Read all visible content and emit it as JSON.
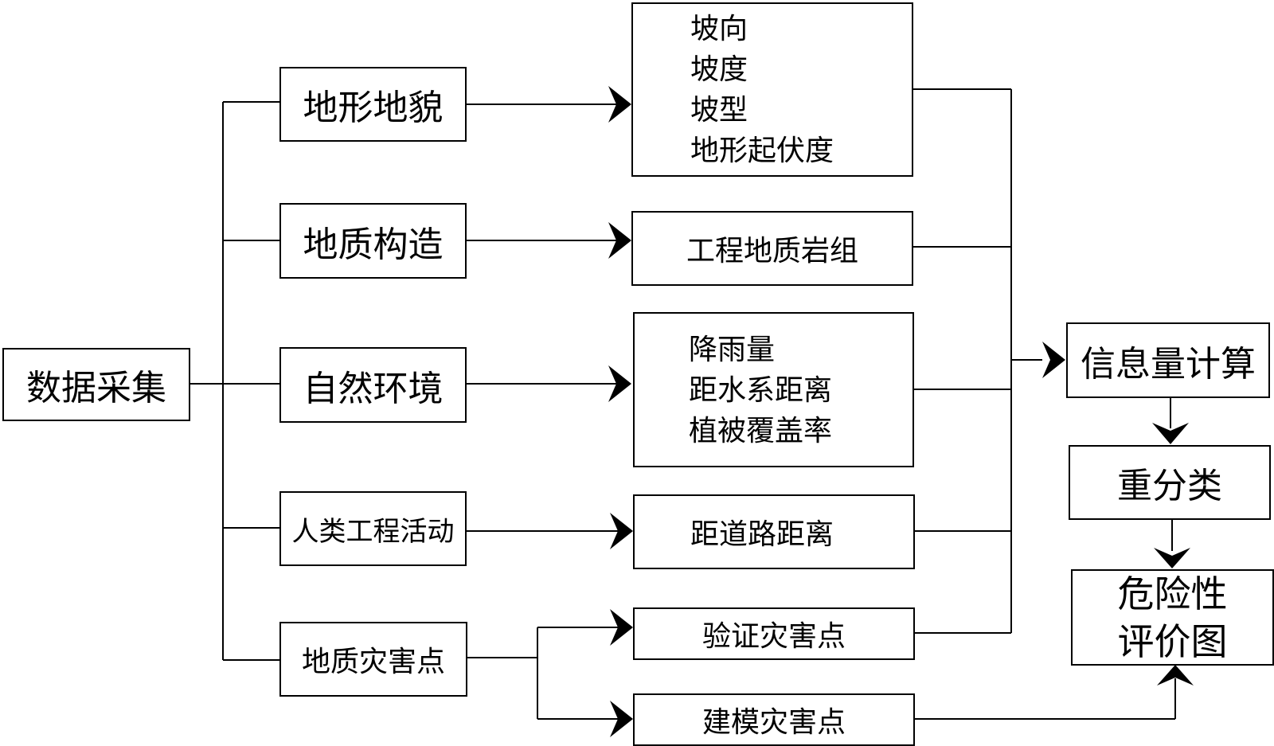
{
  "root": "数据采集",
  "categories": {
    "terrain": "地形地貌",
    "geology": "地质构造",
    "environment": "自然环境",
    "human": "人类工程活动",
    "hazards": "地质灾害点"
  },
  "factors": {
    "terrain": [
      "坡向",
      "坡度",
      "坡型",
      "地形起伏度"
    ],
    "geology": [
      "工程地质岩组"
    ],
    "environment": [
      "降雨量",
      "距水系距离",
      "植被覆盖率"
    ],
    "human": [
      "距道路距离"
    ],
    "hazards_verify": "验证灾害点",
    "hazards_model": "建模灾害点"
  },
  "process": {
    "info_calc": "信息量计算",
    "reclassify": "重分类",
    "result_line1": "危险性",
    "result_line2": "评价图"
  }
}
